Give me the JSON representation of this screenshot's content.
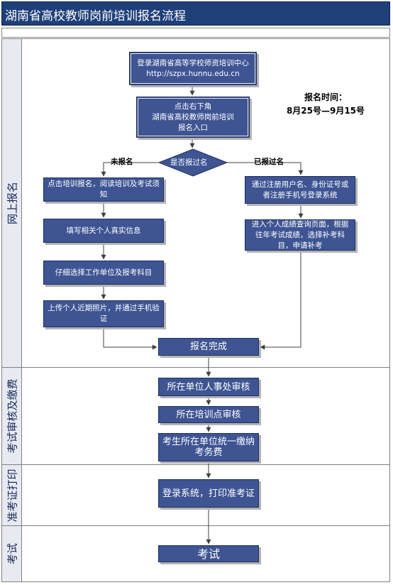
{
  "title": "湖南省高校教师岗前培训报名流程",
  "lanes": {
    "online": "网上报名",
    "review": "考试审核及缴费",
    "print": "准考证打印",
    "exam": "考试"
  },
  "note": {
    "line1": "报名时间：",
    "line2": "8月25号—9月15号"
  },
  "steps": {
    "login_line1": "登录湖南省高等学校师资培训中心",
    "login_line2": "http://szpx.hunnu.edu.cn",
    "entry_line1": "点击右下角",
    "entry_line2": "湖南省高校教师岗前培训",
    "entry_line3": "报名入口",
    "decision": "是否报过名",
    "branch_no": "未报名",
    "branch_yes": "已报过名",
    "new_1": "点击培训报名，阅读培训及考试须知",
    "new_2": "填写相关个人真实信息",
    "new_3": "仔细选择工作单位及报考科目",
    "new_4": "上传个人近期照片，并通过手机验证",
    "old_1": "通过注册用户名、身份证号或者注册手机号登录系统",
    "old_2": "进入个人成绩查询页面，根据往年考试成绩，选择补考科目，申请补考",
    "done": "报名完成",
    "review_1": "所在单位人事处审核",
    "review_2": "所在培训点审核",
    "review_3": "考生所在单位统一缴纳考务费",
    "print_1": "登录系统，打印准考证",
    "exam_1": "考试"
  },
  "colors": {
    "title_bg": "#1f3f79",
    "box_bg": "#3e5493",
    "connector": "#404040"
  }
}
